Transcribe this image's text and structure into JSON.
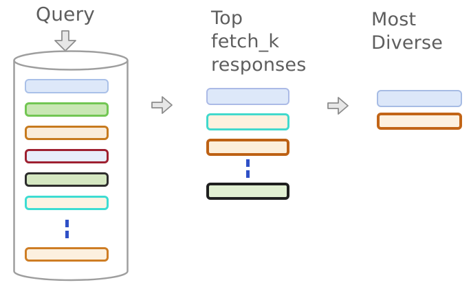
{
  "palette": {
    "arrow_fill": "#e7e7e7",
    "arrow_stroke": "#8c8c8c",
    "cylinder_stroke": "#9e9e9e",
    "dash_color": "#2f50c6",
    "title_color": "#5e5e5e"
  },
  "columns": {
    "query": {
      "title": "Query"
    },
    "fetch_k": {
      "title": "Top\nfetch_k\nresponses",
      "bars": [
        {
          "name": "blue",
          "fill": "#dde8f9",
          "border": "#abbae6",
          "bw": 2.5
        },
        {
          "name": "cyan-outline",
          "fill": "#fdf1de",
          "border": "#41d9cd",
          "bw": 3
        },
        {
          "name": "orange",
          "fill": "#fcefdb",
          "border": "#bd6114",
          "bw": 4
        },
        {
          "type": "dashes"
        },
        {
          "name": "black-green",
          "fill": "#e1efd2",
          "border": "#1f1f1f",
          "bw": 4
        }
      ]
    },
    "most_diverse": {
      "title": "Most\nDiverse",
      "bars": [
        {
          "name": "blue",
          "fill": "#dce7f9",
          "border": "#a6bbe4",
          "bw": 2.5
        },
        {
          "name": "orange",
          "fill": "#fdf1e0",
          "border": "#c26517",
          "bw": 4
        }
      ]
    }
  },
  "cylinder": {
    "bars": [
      {
        "name": "blue",
        "fill": "#dde8f9",
        "border": "#a9c0e8",
        "bw": 2.5
      },
      {
        "name": "green",
        "fill": "#c9e7b4",
        "border": "#72c653",
        "bw": 3
      },
      {
        "name": "orange",
        "fill": "#faecda",
        "border": "#c77a1e",
        "bw": 3
      },
      {
        "name": "red-outline",
        "fill": "#e7edfb",
        "border": "#9e2030",
        "bw": 3.5
      },
      {
        "name": "black-green",
        "fill": "#d5e8c2",
        "border": "#2d2d2d",
        "bw": 3
      },
      {
        "name": "cyan-outline",
        "fill": "#fdf3e3",
        "border": "#3ddcd2",
        "bw": 3
      },
      {
        "type": "dashes"
      },
      {
        "name": "orange-bottom",
        "fill": "#fcf0df",
        "border": "#ce7d24",
        "bw": 3.5
      }
    ]
  }
}
